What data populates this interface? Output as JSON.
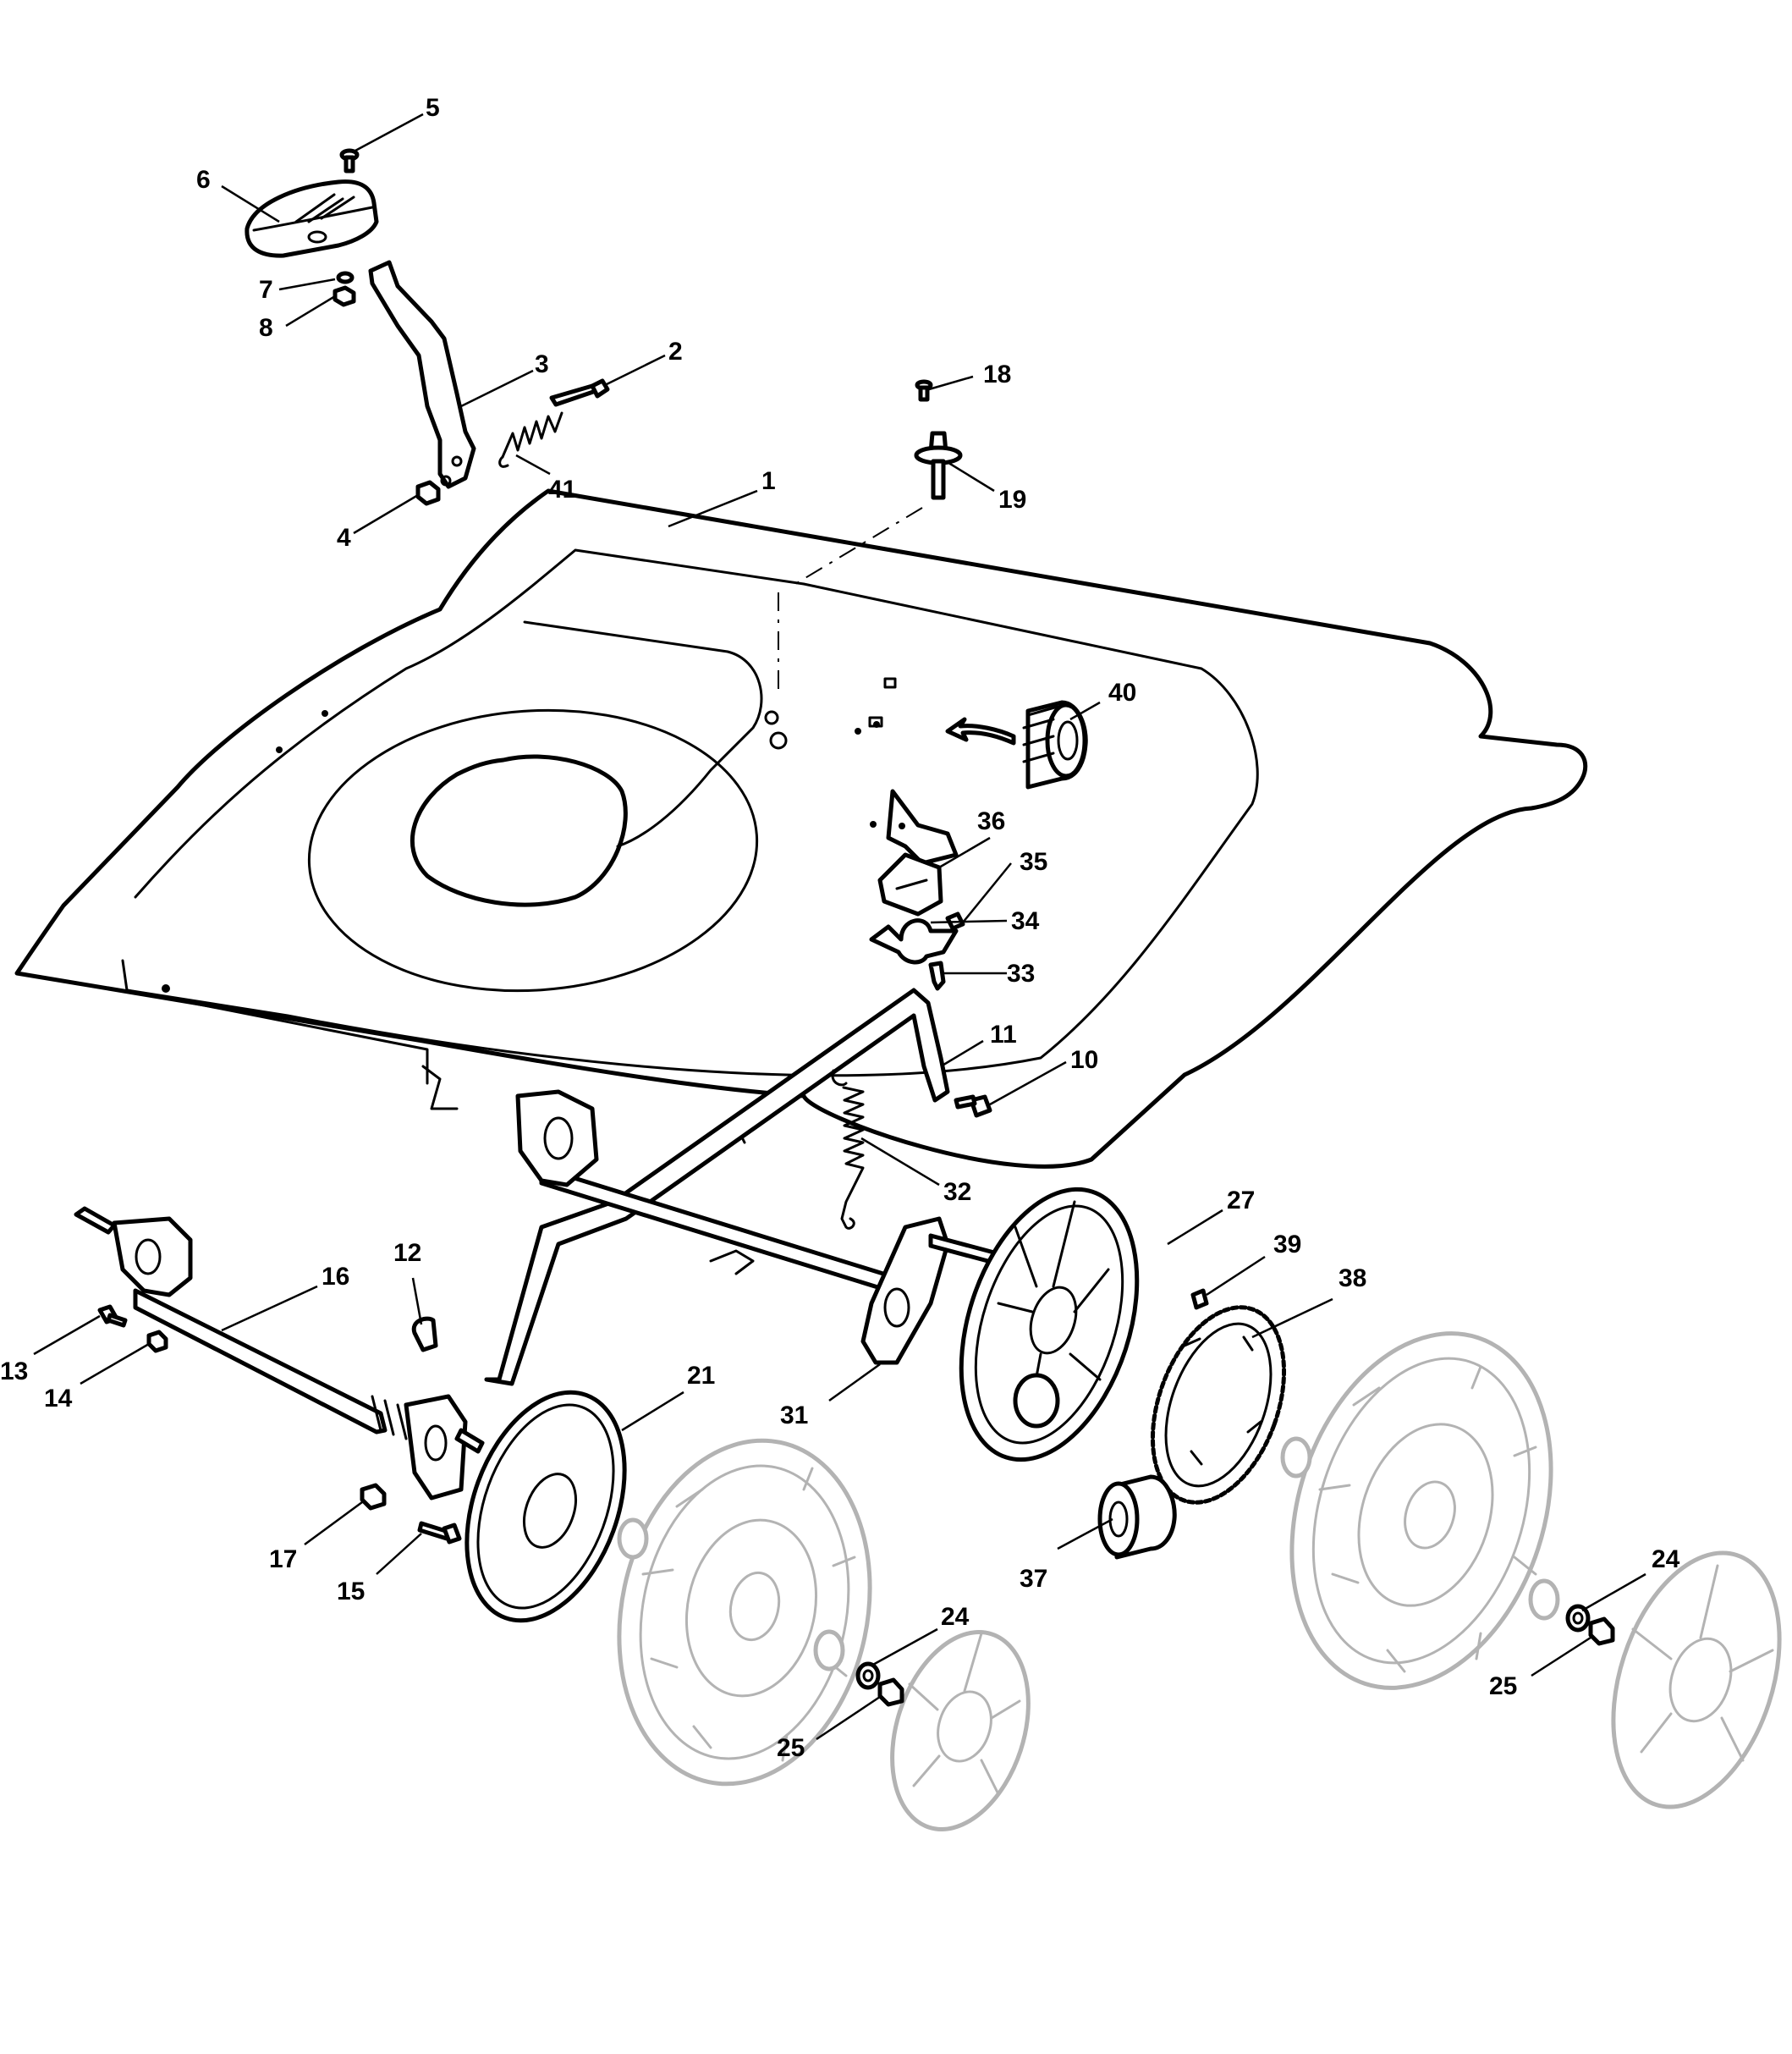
{
  "palette": {
    "line": "#000000",
    "ghost": "#b3b3b3",
    "background": "#ffffff"
  },
  "callouts": [
    {
      "id": "c5",
      "label": "5"
    },
    {
      "id": "c6",
      "label": "6"
    },
    {
      "id": "c7",
      "label": "7"
    },
    {
      "id": "c8",
      "label": "8"
    },
    {
      "id": "c3",
      "label": "3"
    },
    {
      "id": "c2",
      "label": "2"
    },
    {
      "id": "c41",
      "label": "41"
    },
    {
      "id": "c4",
      "label": "4"
    },
    {
      "id": "c18",
      "label": "18"
    },
    {
      "id": "c19",
      "label": "19"
    },
    {
      "id": "c1",
      "label": "1"
    },
    {
      "id": "c40",
      "label": "40"
    },
    {
      "id": "c36",
      "label": "36"
    },
    {
      "id": "c35",
      "label": "35"
    },
    {
      "id": "c34",
      "label": "34"
    },
    {
      "id": "c33",
      "label": "33"
    },
    {
      "id": "c11",
      "label": "11"
    },
    {
      "id": "c10",
      "label": "10"
    },
    {
      "id": "c32",
      "label": "32"
    },
    {
      "id": "c27",
      "label": "27"
    },
    {
      "id": "c39",
      "label": "39"
    },
    {
      "id": "c38",
      "label": "38"
    },
    {
      "id": "c16",
      "label": "16"
    },
    {
      "id": "c12",
      "label": "12"
    },
    {
      "id": "c13",
      "label": "13"
    },
    {
      "id": "c14",
      "label": "14"
    },
    {
      "id": "c21",
      "label": "21"
    },
    {
      "id": "c31",
      "label": "31"
    },
    {
      "id": "c17",
      "label": "17"
    },
    {
      "id": "c15",
      "label": "15"
    },
    {
      "id": "c37",
      "label": "37"
    },
    {
      "id": "c24a",
      "label": "24"
    },
    {
      "id": "c25a",
      "label": "25"
    },
    {
      "id": "c24b",
      "label": "24"
    },
    {
      "id": "c25b",
      "label": "25"
    }
  ]
}
